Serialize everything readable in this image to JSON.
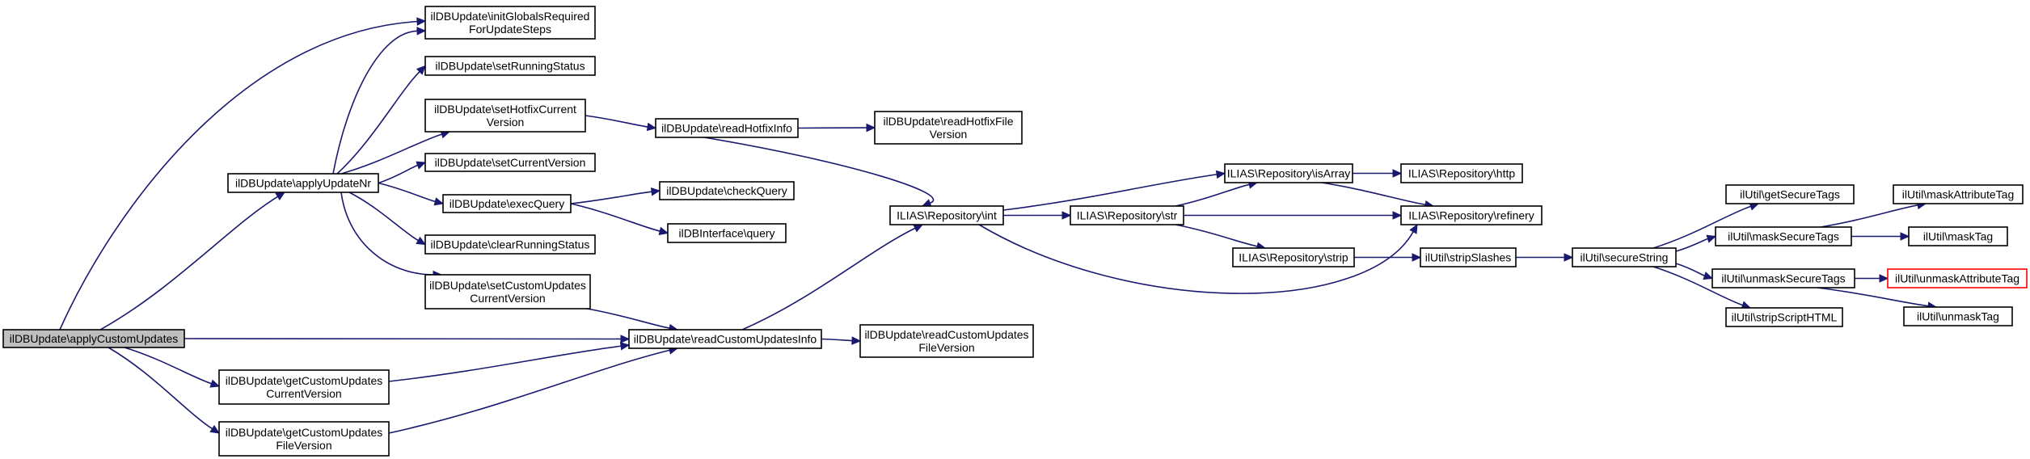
{
  "colors": {
    "edge": "#191970",
    "root_fill": "#bfbfbf",
    "highlight_border": "#ff0000"
  },
  "nodes": [
    {
      "id": "applyCustomUpdates",
      "lines": [
        "ilDBUpdate\\applyCustomUpdates"
      ],
      "root": true
    },
    {
      "id": "applyUpdateNr",
      "lines": [
        "ilDBUpdate\\applyUpdateNr"
      ]
    },
    {
      "id": "initGlobals",
      "lines": [
        "ilDBUpdate\\initGlobalsRequired",
        "ForUpdateSteps"
      ]
    },
    {
      "id": "setRunningStatus",
      "lines": [
        "ilDBUpdate\\setRunningStatus"
      ]
    },
    {
      "id": "setHotfixCurrentVersion",
      "lines": [
        "ilDBUpdate\\setHotfixCurrent",
        "Version"
      ]
    },
    {
      "id": "setCurrentVersion",
      "lines": [
        "ilDBUpdate\\setCurrentVersion"
      ]
    },
    {
      "id": "execQuery",
      "lines": [
        "ilDBUpdate\\execQuery"
      ]
    },
    {
      "id": "clearRunningStatus",
      "lines": [
        "ilDBUpdate\\clearRunningStatus"
      ]
    },
    {
      "id": "setCustomUpdatesCurrentVersion",
      "lines": [
        "ilDBUpdate\\setCustomUpdates",
        "CurrentVersion"
      ]
    },
    {
      "id": "getCustomUpdatesCurrentVersion",
      "lines": [
        "ilDBUpdate\\getCustomUpdates",
        "CurrentVersion"
      ]
    },
    {
      "id": "getCustomUpdatesFileVersion",
      "lines": [
        "ilDBUpdate\\getCustomUpdates",
        "FileVersion"
      ]
    },
    {
      "id": "readHotfixInfo",
      "lines": [
        "ilDBUpdate\\readHotfixInfo"
      ]
    },
    {
      "id": "checkQuery",
      "lines": [
        "ilDBUpdate\\checkQuery"
      ]
    },
    {
      "id": "query",
      "lines": [
        "ilDBInterface\\query"
      ]
    },
    {
      "id": "readCustomUpdatesInfo",
      "lines": [
        "ilDBUpdate\\readCustomUpdatesInfo"
      ]
    },
    {
      "id": "readHotfixFileVersion",
      "lines": [
        "ilDBUpdate\\readHotfixFile",
        "Version"
      ]
    },
    {
      "id": "readCustomUpdatesFileVersion",
      "lines": [
        "ilDBUpdate\\readCustomUpdates",
        "FileVersion"
      ]
    },
    {
      "id": "int",
      "lines": [
        "ILIAS\\Repository\\int"
      ]
    },
    {
      "id": "str",
      "lines": [
        "ILIAS\\Repository\\str"
      ]
    },
    {
      "id": "isArray",
      "lines": [
        "ILIAS\\Repository\\isArray"
      ]
    },
    {
      "id": "strip",
      "lines": [
        "ILIAS\\Repository\\strip"
      ]
    },
    {
      "id": "http",
      "lines": [
        "ILIAS\\Repository\\http"
      ]
    },
    {
      "id": "refinery",
      "lines": [
        "ILIAS\\Repository\\refinery"
      ]
    },
    {
      "id": "stripSlashes",
      "lines": [
        "ilUtil\\stripSlashes"
      ]
    },
    {
      "id": "secureString",
      "lines": [
        "ilUtil\\secureString"
      ]
    },
    {
      "id": "getSecureTags",
      "lines": [
        "ilUtil\\getSecureTags"
      ]
    },
    {
      "id": "maskSecureTags",
      "lines": [
        "ilUtil\\maskSecureTags"
      ]
    },
    {
      "id": "unmaskSecureTags",
      "lines": [
        "ilUtil\\unmaskSecureTags"
      ]
    },
    {
      "id": "stripScriptHTML",
      "lines": [
        "ilUtil\\stripScriptHTML"
      ]
    },
    {
      "id": "maskAttributeTag",
      "lines": [
        "ilUtil\\maskAttributeTag"
      ]
    },
    {
      "id": "maskTag",
      "lines": [
        "ilUtil\\maskTag"
      ]
    },
    {
      "id": "unmaskAttributeTag",
      "lines": [
        "ilUtil\\unmaskAttributeTag"
      ],
      "red": true
    },
    {
      "id": "unmaskTag",
      "lines": [
        "ilUtil\\unmaskTag"
      ]
    }
  ],
  "edges": [
    [
      "applyCustomUpdates",
      "initGlobals"
    ],
    [
      "applyCustomUpdates",
      "applyUpdateNr"
    ],
    [
      "applyCustomUpdates",
      "readCustomUpdatesInfo"
    ],
    [
      "applyCustomUpdates",
      "getCustomUpdatesCurrentVersion"
    ],
    [
      "applyCustomUpdates",
      "getCustomUpdatesFileVersion"
    ],
    [
      "applyUpdateNr",
      "initGlobals"
    ],
    [
      "applyUpdateNr",
      "setRunningStatus"
    ],
    [
      "applyUpdateNr",
      "setHotfixCurrentVersion"
    ],
    [
      "applyUpdateNr",
      "setCurrentVersion"
    ],
    [
      "applyUpdateNr",
      "execQuery"
    ],
    [
      "applyUpdateNr",
      "clearRunningStatus"
    ],
    [
      "applyUpdateNr",
      "setCustomUpdatesCurrentVersion"
    ],
    [
      "setHotfixCurrentVersion",
      "readHotfixInfo"
    ],
    [
      "readHotfixInfo",
      "readHotfixFileVersion"
    ],
    [
      "readHotfixInfo",
      "int"
    ],
    [
      "execQuery",
      "checkQuery"
    ],
    [
      "execQuery",
      "query"
    ],
    [
      "setCustomUpdatesCurrentVersion",
      "readCustomUpdatesInfo"
    ],
    [
      "getCustomUpdatesCurrentVersion",
      "readCustomUpdatesInfo"
    ],
    [
      "getCustomUpdatesFileVersion",
      "readCustomUpdatesInfo"
    ],
    [
      "readCustomUpdatesInfo",
      "int"
    ],
    [
      "readCustomUpdatesInfo",
      "readCustomUpdatesFileVersion"
    ],
    [
      "int",
      "isArray"
    ],
    [
      "int",
      "str"
    ],
    [
      "int",
      "refinery"
    ],
    [
      "str",
      "isArray"
    ],
    [
      "str",
      "refinery"
    ],
    [
      "str",
      "strip"
    ],
    [
      "isArray",
      "http"
    ],
    [
      "isArray",
      "refinery"
    ],
    [
      "strip",
      "stripSlashes"
    ],
    [
      "stripSlashes",
      "secureString"
    ],
    [
      "secureString",
      "getSecureTags"
    ],
    [
      "secureString",
      "maskSecureTags"
    ],
    [
      "secureString",
      "unmaskSecureTags"
    ],
    [
      "secureString",
      "stripScriptHTML"
    ],
    [
      "maskSecureTags",
      "maskAttributeTag"
    ],
    [
      "maskSecureTags",
      "maskTag"
    ],
    [
      "unmaskSecureTags",
      "unmaskAttributeTag"
    ],
    [
      "unmaskSecureTags",
      "unmaskTag"
    ]
  ]
}
